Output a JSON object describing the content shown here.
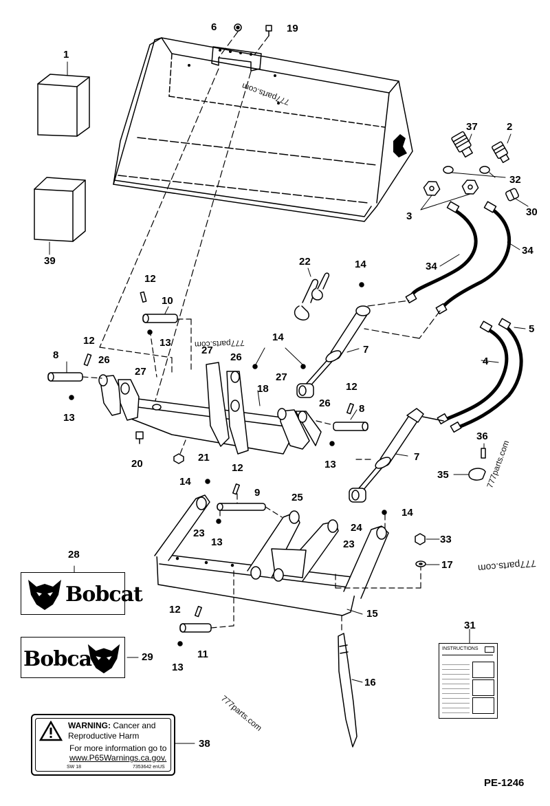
{
  "document": {
    "code": "PE-1246"
  },
  "callouts": [
    {
      "id": "c1",
      "label": "1"
    },
    {
      "id": "c2",
      "label": "2"
    },
    {
      "id": "c3",
      "label": "3"
    },
    {
      "id": "c4",
      "label": "4"
    },
    {
      "id": "c5",
      "label": "5"
    },
    {
      "id": "c6",
      "label": "6"
    },
    {
      "id": "c7a",
      "label": "7"
    },
    {
      "id": "c7b",
      "label": "7"
    },
    {
      "id": "c8a",
      "label": "8"
    },
    {
      "id": "c8b",
      "label": "8"
    },
    {
      "id": "c9",
      "label": "9"
    },
    {
      "id": "c10",
      "label": "10"
    },
    {
      "id": "c11",
      "label": "11"
    },
    {
      "id": "c12a",
      "label": "12"
    },
    {
      "id": "c12b",
      "label": "12"
    },
    {
      "id": "c12c",
      "label": "12"
    },
    {
      "id": "c12d",
      "label": "12"
    },
    {
      "id": "c12e",
      "label": "12"
    },
    {
      "id": "c13a",
      "label": "13"
    },
    {
      "id": "c13b",
      "label": "13"
    },
    {
      "id": "c13c",
      "label": "13"
    },
    {
      "id": "c13d",
      "label": "13"
    },
    {
      "id": "c13e",
      "label": "13"
    },
    {
      "id": "c14a",
      "label": "14"
    },
    {
      "id": "c14b",
      "label": "14"
    },
    {
      "id": "c14c",
      "label": "14"
    },
    {
      "id": "c14d",
      "label": "14"
    },
    {
      "id": "c15",
      "label": "15"
    },
    {
      "id": "c16",
      "label": "16"
    },
    {
      "id": "c17",
      "label": "17"
    },
    {
      "id": "c18",
      "label": "18"
    },
    {
      "id": "c19",
      "label": "19"
    },
    {
      "id": "c20",
      "label": "20"
    },
    {
      "id": "c21",
      "label": "21"
    },
    {
      "id": "c22",
      "label": "22"
    },
    {
      "id": "c23a",
      "label": "23"
    },
    {
      "id": "c23b",
      "label": "23"
    },
    {
      "id": "c24",
      "label": "24"
    },
    {
      "id": "c25",
      "label": "25"
    },
    {
      "id": "c26a",
      "label": "26"
    },
    {
      "id": "c26b",
      "label": "26"
    },
    {
      "id": "c26c",
      "label": "26"
    },
    {
      "id": "c27a",
      "label": "27"
    },
    {
      "id": "c27b",
      "label": "27"
    },
    {
      "id": "c27c",
      "label": "27"
    },
    {
      "id": "c28",
      "label": "28"
    },
    {
      "id": "c29",
      "label": "29"
    },
    {
      "id": "c30",
      "label": "30"
    },
    {
      "id": "c31",
      "label": "31"
    },
    {
      "id": "c32",
      "label": "32"
    },
    {
      "id": "c33",
      "label": "33"
    },
    {
      "id": "c34a",
      "label": "34"
    },
    {
      "id": "c34b",
      "label": "34"
    },
    {
      "id": "c35",
      "label": "35"
    },
    {
      "id": "c36",
      "label": "36"
    },
    {
      "id": "c37",
      "label": "37"
    },
    {
      "id": "c38",
      "label": "38"
    },
    {
      "id": "c39",
      "label": "39"
    }
  ],
  "watermarks": [
    "777parts.com",
    "777parts.com",
    "777parts.com",
    "777parts.com",
    "777parts.com"
  ],
  "decals": {
    "brand_left": "Bobcat",
    "brand_right": "Bobcat",
    "warning": {
      "heading": "WARNING:",
      "line1_rest": "Cancer and",
      "line2": "Reproductive Harm",
      "line3": "For more information go to",
      "url": "www.P65Warnings.ca.gov.",
      "code_left": "SW 18",
      "code_right": "7353642 enUS"
    },
    "manual_title": "INSTRUCTIONS"
  }
}
